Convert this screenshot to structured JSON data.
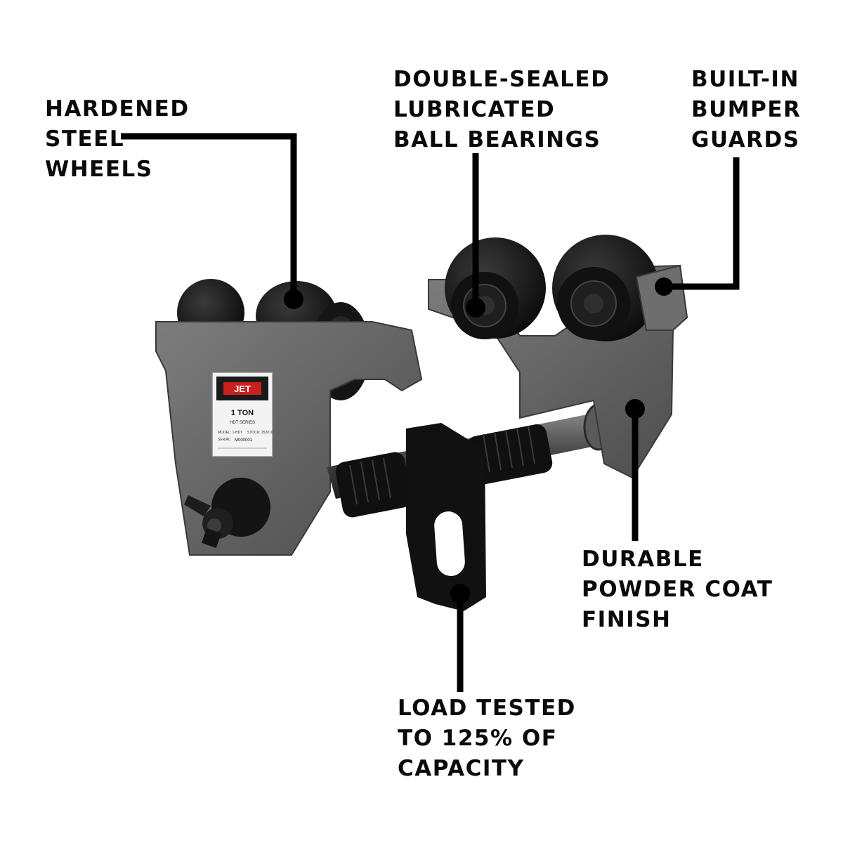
{
  "callouts": {
    "hardened_wheels": [
      "HARDENED",
      "STEEL",
      "WHEELS"
    ],
    "ball_bearings": [
      "DOUBLE-SEALED",
      "LUBRICATED",
      "BALL BEARINGS"
    ],
    "bumper_guards": [
      "BUILT-IN",
      "BUMPER",
      "GUARDS"
    ],
    "powder_coat": [
      "DURABLE",
      "POWDER COAT",
      "FINISH"
    ],
    "load_tested": [
      "LOAD TESTED",
      "TO 125% OF",
      "CAPACITY"
    ]
  },
  "nameplate": {
    "brand": "JET",
    "capacity": "1 TON",
    "series": "HDT SERIES",
    "model": "MODEL: 1-HDT",
    "stock": "STOCK: 252010",
    "serial_label": "SERIAL:",
    "serial": "M000001"
  },
  "colors": {
    "frame": "#6b6b6b",
    "wheel": "#141414",
    "leader_line": "#000000",
    "background": "#ffffff"
  }
}
